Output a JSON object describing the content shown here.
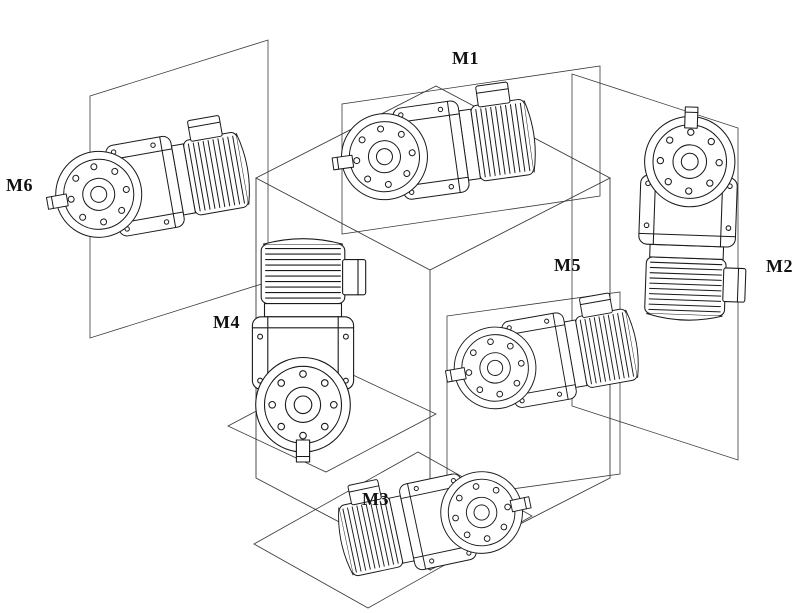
{
  "labels": {
    "m1": "M1",
    "m2": "M2",
    "m3": "M3",
    "m4": "M4",
    "m5": "M5",
    "m6": "M6"
  },
  "colors": {
    "line": "#1a1a1a",
    "construction_line": "#3a3a3a",
    "background": "#ffffff"
  }
}
